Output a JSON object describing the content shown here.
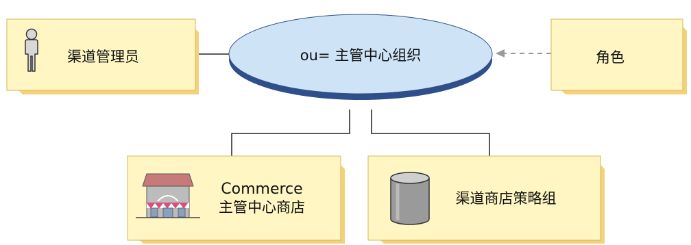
{
  "center_node": {
    "label": "ou= 主管中心组织"
  },
  "admin_node": {
    "label": "渠道管理员",
    "icon": "person-icon"
  },
  "role_node": {
    "label": "角色"
  },
  "store_node": {
    "label_line1": "Commerce",
    "label_line2": "主管中心商店",
    "icon": "storefront-icon"
  },
  "policy_node": {
    "label": "渠道商店策略组",
    "icon": "database-cylinder-icon"
  },
  "colors": {
    "box_fill": "#fff6c4",
    "box_shadow": "#f2d27a",
    "ellipse_fill": "#cfe3f6",
    "ellipse_shadow": "#2f4f8a",
    "connector": "#222222",
    "dashed_arrow": "#9a9a9a"
  }
}
